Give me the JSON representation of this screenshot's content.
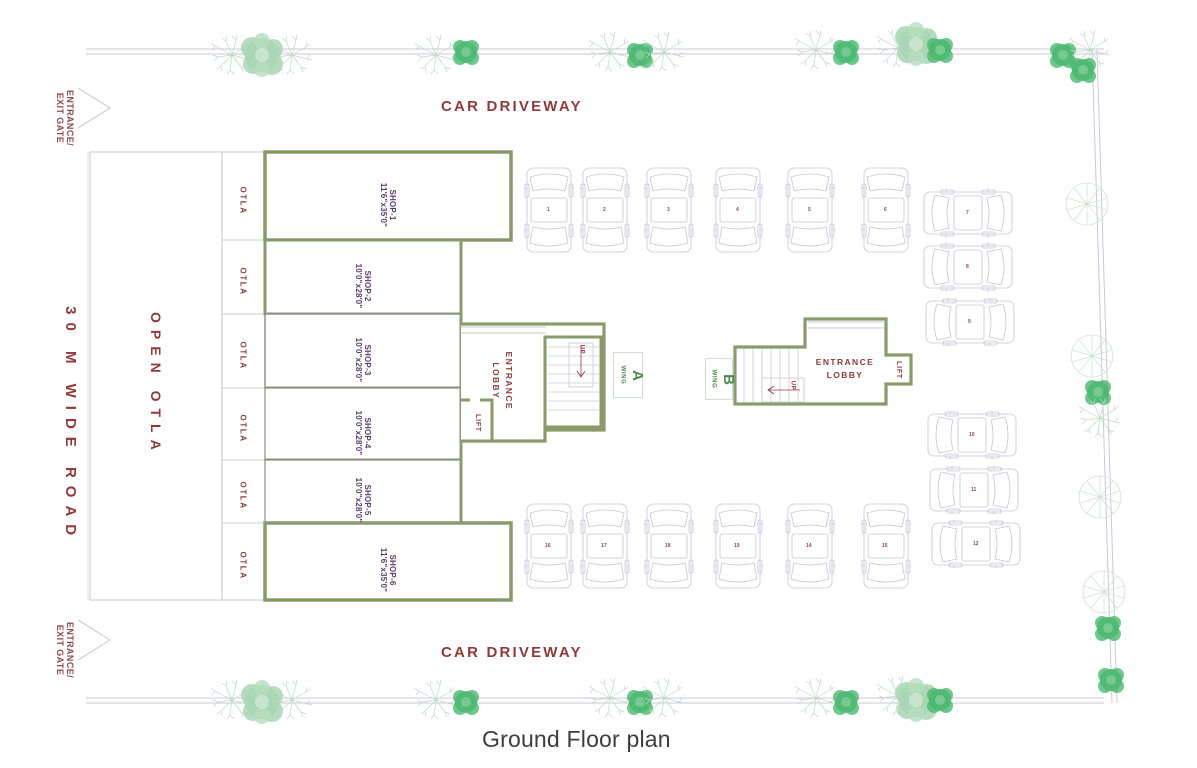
{
  "title": "Ground Floor plan",
  "captions": {
    "driveway_top": "CAR DRIVEWAY",
    "driveway_bottom": "CAR DRIVEWAY",
    "road": "30 M WIDE ROAD",
    "open_otla": "OPEN OTLA",
    "gate_top": "ENTRANCE/\nEXIT GATE",
    "gate_bottom": "ENTRANCE/\nEXIT GATE",
    "gate_top_line1": "ENTRANCE/",
    "gate_top_line2": "EXIT GATE",
    "gate_bottom_line1": "ENTRANCE/",
    "gate_bottom_line2": "EXIT GATE"
  },
  "otla_cells": [
    {
      "label": "OTLA"
    },
    {
      "label": "OTLA"
    },
    {
      "label": "OTLA"
    },
    {
      "label": "OTLA"
    },
    {
      "label": "OTLA"
    },
    {
      "label": "OTLA"
    }
  ],
  "shops": [
    {
      "name": "SHOP-1",
      "size": "11'6\"x35'0\""
    },
    {
      "name": "SHOP-2",
      "size": "10'0\"x28'0\""
    },
    {
      "name": "SHOP-3",
      "size": "10'0\"x28'0\""
    },
    {
      "name": "SHOP-4",
      "size": "10'0\"x28'0\""
    },
    {
      "name": "SHOP-5",
      "size": "10'0\"x28'0\""
    },
    {
      "name": "SHOP-6",
      "size": "11'6\"x35'0\""
    }
  ],
  "wings": [
    {
      "letter": "A",
      "sub": "WING",
      "lobby": "ENTRANCE\nLOBBY",
      "lobby_line1": "ENTRANCE",
      "lobby_line2": "LOBBY",
      "lift": "LIFT",
      "stair": "UP"
    },
    {
      "letter": "B",
      "sub": "WING",
      "lobby": "ENTRANCE\nLOBBY",
      "lobby_line1": "ENTRANCE",
      "lobby_line2": "LOBBY",
      "lift": "LIFT",
      "stair": "UP"
    }
  ],
  "parking": {
    "top_row": [
      "1",
      "2",
      "3",
      "4",
      "5",
      "6"
    ],
    "bottom_row": [
      "16",
      "17",
      "18",
      "19",
      "14",
      "15"
    ],
    "right_top_col": [
      "7",
      "8",
      "9"
    ],
    "right_bottom_col": [
      "10",
      "11",
      "12"
    ]
  },
  "colors": {
    "wall": "#8a9a6b",
    "thin_wall": "#8c8c8c",
    "text_red": "#8a3b3b",
    "text_purple": "#5b3b6b",
    "tree_green": "#7dbf8e",
    "tree_line": "#bcd9c3",
    "road_line": "#c9c7dd",
    "car_line": "#c9c2d8",
    "title_gray": "#3d3d3d",
    "wing_green": "#4b8a4b"
  }
}
